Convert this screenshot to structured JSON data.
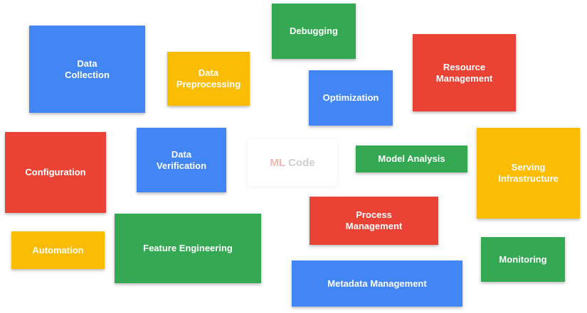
{
  "boxes": {
    "data_collection": "Data\nCollection",
    "data_preprocessing": "Data\nPreprocessing",
    "debugging": "Debugging",
    "optimization": "Optimization",
    "resource_management": "Resource\nManagement",
    "configuration": "Configuration",
    "data_verification": "Data\nVerification",
    "model_analysis": "Model Analysis",
    "serving_infrastructure": "Serving\nInfrastructure",
    "process_management": "Process\nManagement",
    "automation": "Automation",
    "feature_engineering": "Feature Engineering",
    "monitoring": "Monitoring",
    "metadata_management": "Metadata Management"
  },
  "center": {
    "ml": "ML",
    "code": "Code"
  },
  "colors": {
    "blue": "#4285f4",
    "red": "#ea4335",
    "yellow": "#fbbc04",
    "green": "#34a853"
  }
}
